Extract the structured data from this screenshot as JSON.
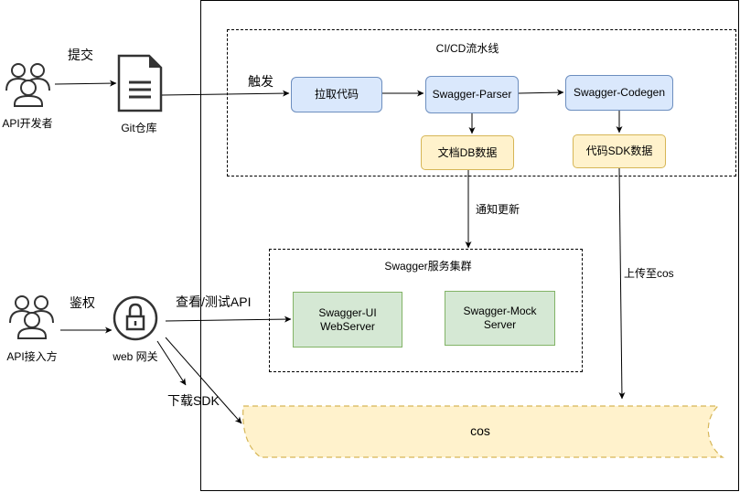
{
  "actors": {
    "developer": "API开发者",
    "consumer": "API接入方"
  },
  "repo": {
    "label": "Git仓库"
  },
  "gateway": {
    "label": "web 网关"
  },
  "pipeline": {
    "title": "CI/CD流水线",
    "steps": {
      "fetch": "拉取代码",
      "parser": "Swagger-Parser",
      "codegen": "Swagger-Codegen",
      "doc_db": "文档DB数据",
      "sdk_data": "代码SDK数据"
    }
  },
  "cluster": {
    "title": "Swagger服务集群",
    "ui": [
      "Swagger-UI",
      "WebServer"
    ],
    "mock": [
      "Swagger-Mock",
      "Server"
    ]
  },
  "storage": {
    "label": "cos"
  },
  "edges": {
    "submit": "提交",
    "trigger": "触发",
    "notify": "通知更新",
    "upload": "上传至cos",
    "auth": "鉴权",
    "view": "查看/测试API",
    "download": "下载SDK"
  },
  "colors": {
    "blue_fill": "#dae8fc",
    "blue_stroke": "#6c8ebf",
    "yellow_fill": "#fff2cc",
    "yellow_stroke": "#d6b656",
    "green_fill": "#d5e8d4",
    "green_stroke": "#82b366"
  },
  "icons": {
    "actor": "users-icon",
    "repo": "document-icon",
    "gateway": "padlock-icon"
  }
}
